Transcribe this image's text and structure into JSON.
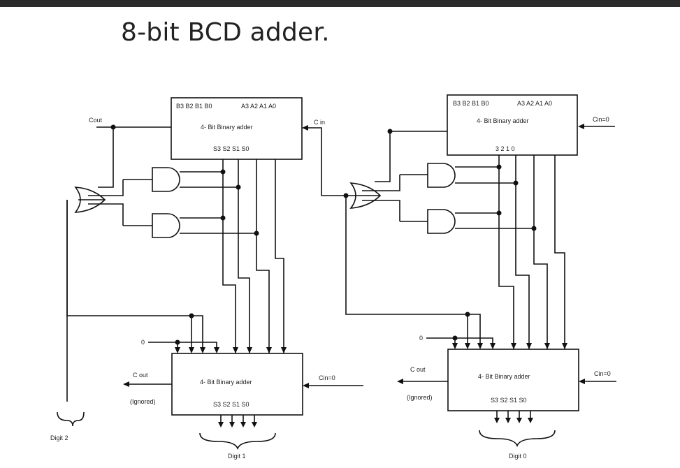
{
  "title": "8-bit BCD adder.",
  "left_top_adder": {
    "inputs_b": "B3 B2 B1 B0",
    "inputs_a": "A3 A2 A1 A0",
    "name": "4- Bit Binary adder",
    "outputs": "S3 S2 S1 S0",
    "cout": "Cout",
    "cin": "C in"
  },
  "right_top_adder": {
    "inputs_b": "B3 B2 B1 B0",
    "inputs_a": "A3 A2 A1 A0",
    "name": "4- Bit Binary adder",
    "outputs": "3 2 1 0",
    "cin": "Cin=0"
  },
  "left_bottom_adder": {
    "name": "4- Bit Binary adder",
    "outputs": "S3 S2 S1 S0",
    "cout": "C out",
    "ignored": "(Ignored)",
    "cin": "Cin=0",
    "zero": "0"
  },
  "right_bottom_adder": {
    "name": "4- Bit Binary adder",
    "outputs": "S3 S2 S1 S0",
    "cout": "C out",
    "ignored": "(Ignored)",
    "cin": "Cin=0",
    "zero": "0"
  },
  "digits": {
    "digit2": "Digit 2",
    "digit1": "Digit 1",
    "digit0": "Digit 0"
  }
}
